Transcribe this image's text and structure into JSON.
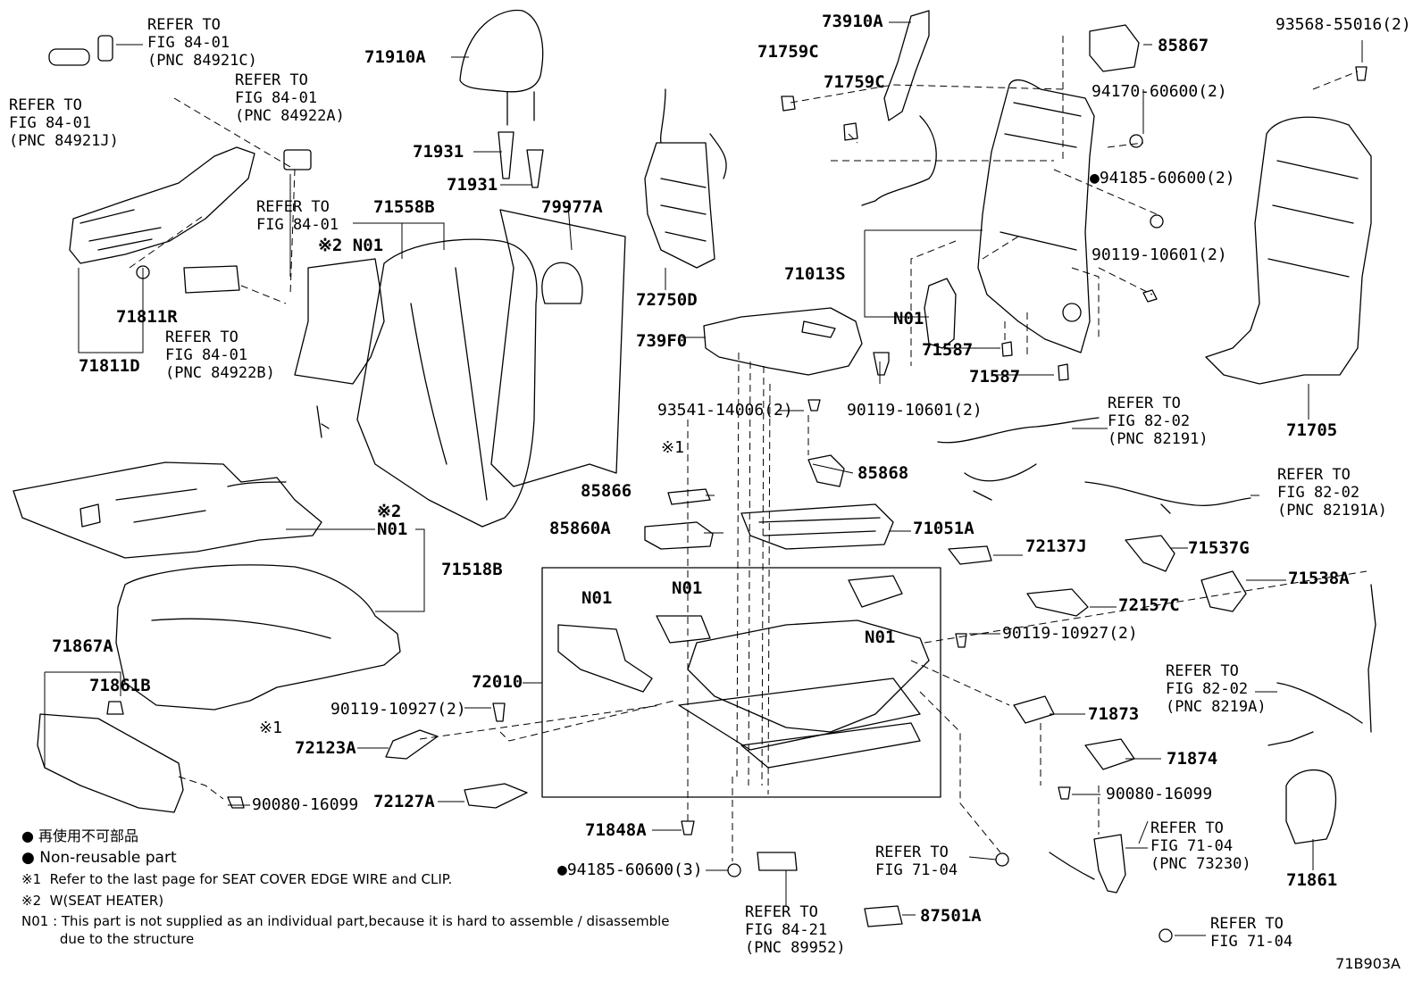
{
  "labels": {
    "refer_84_01_c": "REFER TO\nFIG 84-01\n(PNC 84921C)",
    "refer_84_01_j": "REFER TO\nFIG 84-01\n(PNC 84921J)",
    "refer_84_01_a": "REFER TO\nFIG 84-01\n(PNC 84922A)",
    "refer_84_01": "REFER TO\nFIG 84-01",
    "refer_84_01_b": "REFER TO\nFIG 84-01\n(PNC 84922B)",
    "p71910A": "71910A",
    "p71931a": "71931",
    "p71931b": "71931",
    "p71558B": "71558B",
    "p79977A": "79977A",
    "n01_heater_back": "※2 N01",
    "p71811R": "71811R",
    "p71811D": "71811D",
    "p73910A": "73910A",
    "p71759Ca": "71759C",
    "p71759Cb": "71759C",
    "p72750D": "72750D",
    "p739F0": "739F0",
    "p85867": "85867",
    "p94170": "94170-60600(2)",
    "p94185a": "●94185-60600(2)",
    "p71013S": "71013S",
    "n01_back": "N01",
    "p71587a": "71587",
    "p71587b": "71587",
    "p90119_10601_a": "90119-10601(2)",
    "p90119_10601_b": "90119-10601(2)",
    "p93568": "93568-55016(2)",
    "p71705": "71705",
    "p93541": "93541-14006(2)",
    "x1a": "※1",
    "x1b": "※1",
    "p85868": "85868",
    "p85866": "85866",
    "p85860A": "85860A",
    "p71051A": "71051A",
    "refer_82_02_a": "REFER TO\nFIG 82-02\n(PNC 82191)",
    "refer_82_02_b": "REFER TO\nFIG 82-02\n(PNC 82191A)",
    "n01_heater_cush": "※2\nN01",
    "p71518B": "71518B",
    "p72137J": "72137J",
    "p71537G": "71537G",
    "p71538A": "71538A",
    "p72157C": "72157C",
    "n01_a": "N01",
    "n01_b": "N01",
    "n01_c": "N01",
    "p90119_10927_a": "90119-10927(2)",
    "p90119_10927_b": "90119-10927(2)",
    "p71867A": "71867A",
    "p71861B": "71861B",
    "p72010": "72010",
    "p72123A": "72123A",
    "p71873": "71873",
    "refer_82_02_c": "REFER TO\nFIG 82-02\n(PNC 8219A)",
    "p71874": "71874",
    "p90080_a": "90080-16099",
    "p90080_b": "90080-16099",
    "p72127A": "72127A",
    "p71848A": "71848A",
    "p94185b": "●94185-60600(3)",
    "refer_84_21": "REFER TO\nFIG 84-21\n(PNC 89952)",
    "refer_71_04_a": "REFER TO\nFIG 71-04",
    "refer_71_04_b": "REFER TO\nFIG 71-04\n(PNC 73230)",
    "refer_71_04_c": "REFER TO\nFIG 71-04",
    "p87501A": "87501A",
    "p71861": "71861"
  },
  "notes": {
    "jp": "● 再使用不可部品",
    "non_reusable": "● Non-reusable part",
    "x1": "※1  Refer to the last page for SEAT COVER EDGE WIRE and CLIP.",
    "x2": "※2  W(SEAT HEATER)",
    "n01": "N01 : This part is not supplied as an individual part,because it is hard to assemble / disassemble",
    "n01_cont": "         due to the structure"
  },
  "figure_id": "71B903A"
}
